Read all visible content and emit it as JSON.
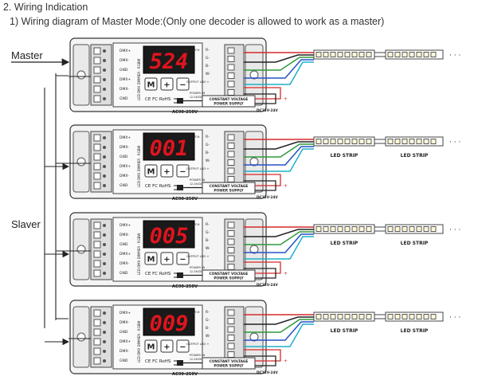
{
  "title": "2. Wiring Indication",
  "subtitle": "1) Wiring diagram of Master Mode:(Only one decoder is allowed to work as a master)",
  "labels": {
    "master": "Master",
    "slaver": "Slaver"
  },
  "decoders": [
    {
      "address": "524"
    },
    {
      "address": "001"
    },
    {
      "address": "005"
    },
    {
      "address": "009"
    }
  ],
  "decoder_text": {
    "dmx_pins": [
      "DMX+",
      "DMX-",
      "GND",
      "DMX+",
      "DMX-",
      "GND"
    ],
    "model": "LED DMX DIMMER · RGBW",
    "buttons": [
      "M",
      "+",
      "−"
    ],
    "cert": "CE FC RoHS",
    "outputs": [
      "R-",
      "G-",
      "B-",
      "W-"
    ],
    "out_max": "max. 5A/CH",
    "output_led": "OUTPUT LED +",
    "power_in": "POWER IN",
    "power_v": "12-24VDC"
  },
  "power_supply": {
    "line1": "CONSTANT VOLTAGE",
    "line2": "POWER SUPPLY",
    "ac": "AC90-250V",
    "dc": "DC12V-24V"
  },
  "led_strip_label": "LED STRIP",
  "ellipsis": "· · ·",
  "colors": {
    "red": "#d42a2a",
    "green": "#2e9a3a",
    "blue": "#2452c8",
    "white": "#e8e8e8",
    "cyan": "#1fb0c8",
    "black": "#222222",
    "display_bg": "#1a1a1a",
    "display_digit": "#e0141e"
  }
}
